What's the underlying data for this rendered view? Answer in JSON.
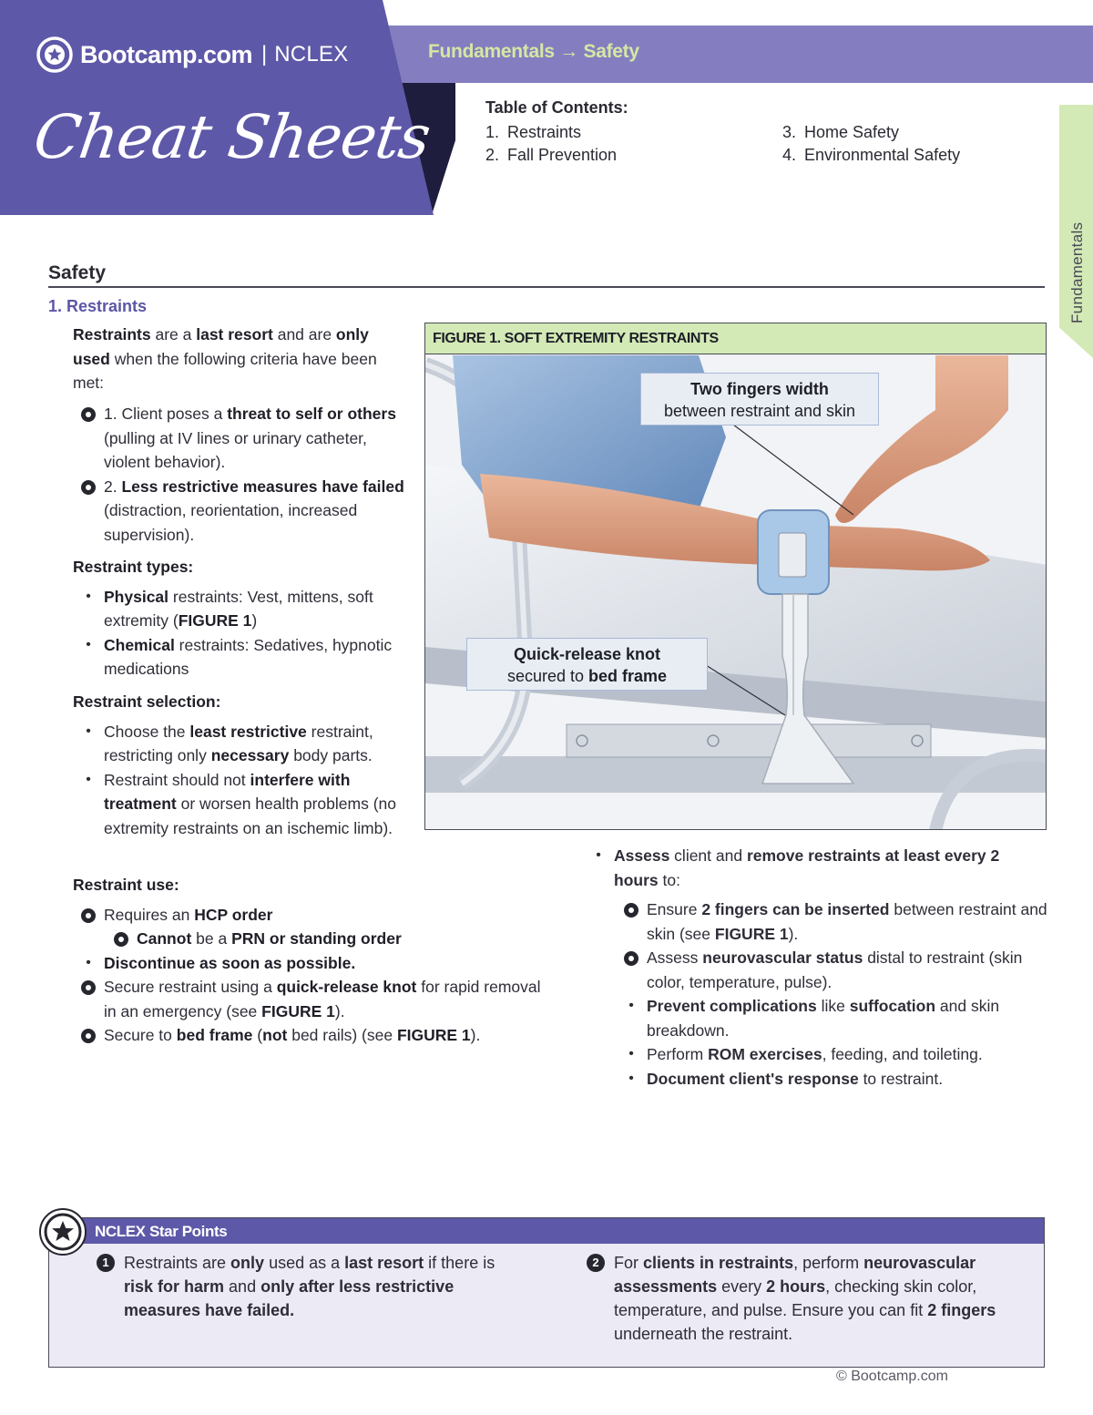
{
  "header": {
    "brand_name": "Bootcamp.com",
    "separator": "|",
    "exam": "NCLEX",
    "script_title": "Cheat Sheets",
    "breadcrumb": "Fundamentals → Safety",
    "colors": {
      "panel": "#5e58a8",
      "band": "#847ec0",
      "dark_wedge": "#1f1d3d",
      "breadcrumb_text": "#d4e8a2",
      "accent_green": "#d3eab6"
    }
  },
  "toc": {
    "title": "Table of Contents:",
    "items": [
      {
        "num": "1.",
        "label": "Restraints"
      },
      {
        "num": "3.",
        "label": "Home Safety"
      },
      {
        "num": "2.",
        "label": "Fall Prevention"
      },
      {
        "num": "4.",
        "label": "Environmental Safety"
      }
    ]
  },
  "side_tab": "Fundamentals",
  "section": {
    "title": "Safety",
    "subsection": "1. Restraints"
  },
  "intro": {
    "bold1": "Restraints",
    "t1": " are a ",
    "bold2": "last resort",
    "t2": " and are ",
    "bold3": "only used",
    "t3": " when the following criteria have been met:"
  },
  "criteria": [
    {
      "pre": "1. Client poses a ",
      "bold": "threat to self or others",
      "post": " (pulling at IV lines or urinary catheter, violent behavior)."
    },
    {
      "pre": "2. ",
      "bold": "Less restrictive measures have failed",
      "post": " (distraction, reorientation, increased supervision)."
    }
  ],
  "types": {
    "label": "Restraint types:",
    "items": [
      {
        "bold": "Physical",
        "t1": " restraints: Vest, mittens, soft extremity (",
        "ref": "FIGURE 1",
        "t2": ")"
      },
      {
        "bold": "Chemical",
        "t1": " restraints: Sedatives, hypnotic medications",
        "ref": "",
        "t2": ""
      }
    ]
  },
  "selection": {
    "label": "Restraint selection:",
    "items": [
      {
        "t1": "Choose the ",
        "b1": "least restrictive",
        "t2": " restraint, restricting only ",
        "b2": "necessary",
        "t3": " body parts."
      },
      {
        "t1": "Restraint should not ",
        "b1": "interfere with treatment",
        "t2": " or worsen health problems (no extremity restraints on an ischemic limb).",
        "b2": "",
        "t3": ""
      }
    ]
  },
  "use": {
    "label": "Restraint use:",
    "items": [
      {
        "marker": "ring",
        "t1": "Requires an ",
        "b1": "HCP order",
        "t2": "",
        "ref": "",
        "t3": ""
      },
      {
        "marker": "ring-indent",
        "t1": "",
        "b1": "Cannot",
        "t2": " be a ",
        "ref": "",
        "t3": "",
        "b2": "PRN or standing order"
      },
      {
        "marker": "dot",
        "t1": "",
        "b1": "Discontinue as soon as possible.",
        "t2": "",
        "ref": "",
        "t3": ""
      },
      {
        "marker": "ring",
        "t1": "Secure restraint using a ",
        "b1": "quick-release knot",
        "t2": " for rapid removal in an emergency (see ",
        "ref": "FIGURE 1",
        "t3": ")."
      },
      {
        "marker": "ring",
        "t1": "Secure to ",
        "b1": "bed frame",
        "t2": " (",
        "b2": "not",
        "t2b": " bed rails) (see ",
        "ref": "FIGURE 1",
        "t3": ")."
      }
    ]
  },
  "figure": {
    "title": "FIGURE 1. SOFT EXTREMITY RESTRAINTS",
    "callout1_line1": "Two fingers width",
    "callout1_line2": "between restraint and skin",
    "callout2_line1": "Quick-release knot",
    "callout2_pre": "secured to ",
    "callout2_bold": "bed frame"
  },
  "assess": {
    "lead_b1": "Assess",
    "lead_t1": " client and ",
    "lead_b2": "remove restraints at least every 2 hours",
    "lead_t2": " to:",
    "items": [
      {
        "marker": "ring",
        "t1": "Ensure ",
        "b1": "2 fingers can be inserted",
        "t2": " between restraint and skin (see ",
        "ref": "FIGURE 1",
        "t3": ")."
      },
      {
        "marker": "ring",
        "t1": "Assess ",
        "b1": "neurovascular status",
        "t2": " distal to restraint (skin color, temperature, pulse).",
        "ref": "",
        "t3": ""
      },
      {
        "marker": "dot",
        "t1": "",
        "b1": "Prevent complications",
        "t2": " like ",
        "b2": "suffocation",
        "t3": " and skin breakdown."
      },
      {
        "marker": "dot",
        "t1": "Perform ",
        "b1": "ROM exercises",
        "t2": ", feeding, and toileting.",
        "b2": "",
        "t3": ""
      },
      {
        "marker": "dot",
        "t1": "",
        "b1": "Document client's response",
        "t2": " to restraint.",
        "b2": "",
        "t3": ""
      }
    ]
  },
  "star_points": {
    "title": "NCLEX Star Points",
    "p1": {
      "num": "1",
      "t1": "Restraints are ",
      "b1": "only",
      "t2": " used as a ",
      "b2": "last resort",
      "t3": " if there is ",
      "b3": "risk for harm",
      "t4": " and ",
      "b4": "only after less restrictive measures have failed."
    },
    "p2": {
      "num": "2",
      "t1": "For ",
      "b1": "clients in restraints",
      "t2": ", perform ",
      "b2": "neurovascular assessments",
      "t3": " every ",
      "b3": "2 hours",
      "t4": ", checking skin color, temperature, and pulse. Ensure you can fit ",
      "b4": "2 fingers",
      "t5": " underneath the restraint."
    }
  },
  "footer": "© Bootcamp.com"
}
